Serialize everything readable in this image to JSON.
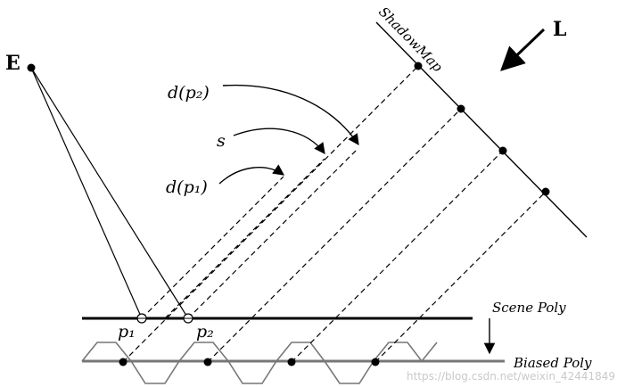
{
  "labels": {
    "eye": "E",
    "light": "L",
    "shadow_map": "ShadowMap",
    "d_p2": "d(p₂)",
    "s": "s",
    "d_p1": "d(p₁)",
    "p1": "p₁",
    "p2": "p₂",
    "scene_poly": "Scene Poly",
    "biased_poly": "Biased Poly"
  },
  "watermark": "https://blog.csdn.net/weixin_42441849"
}
